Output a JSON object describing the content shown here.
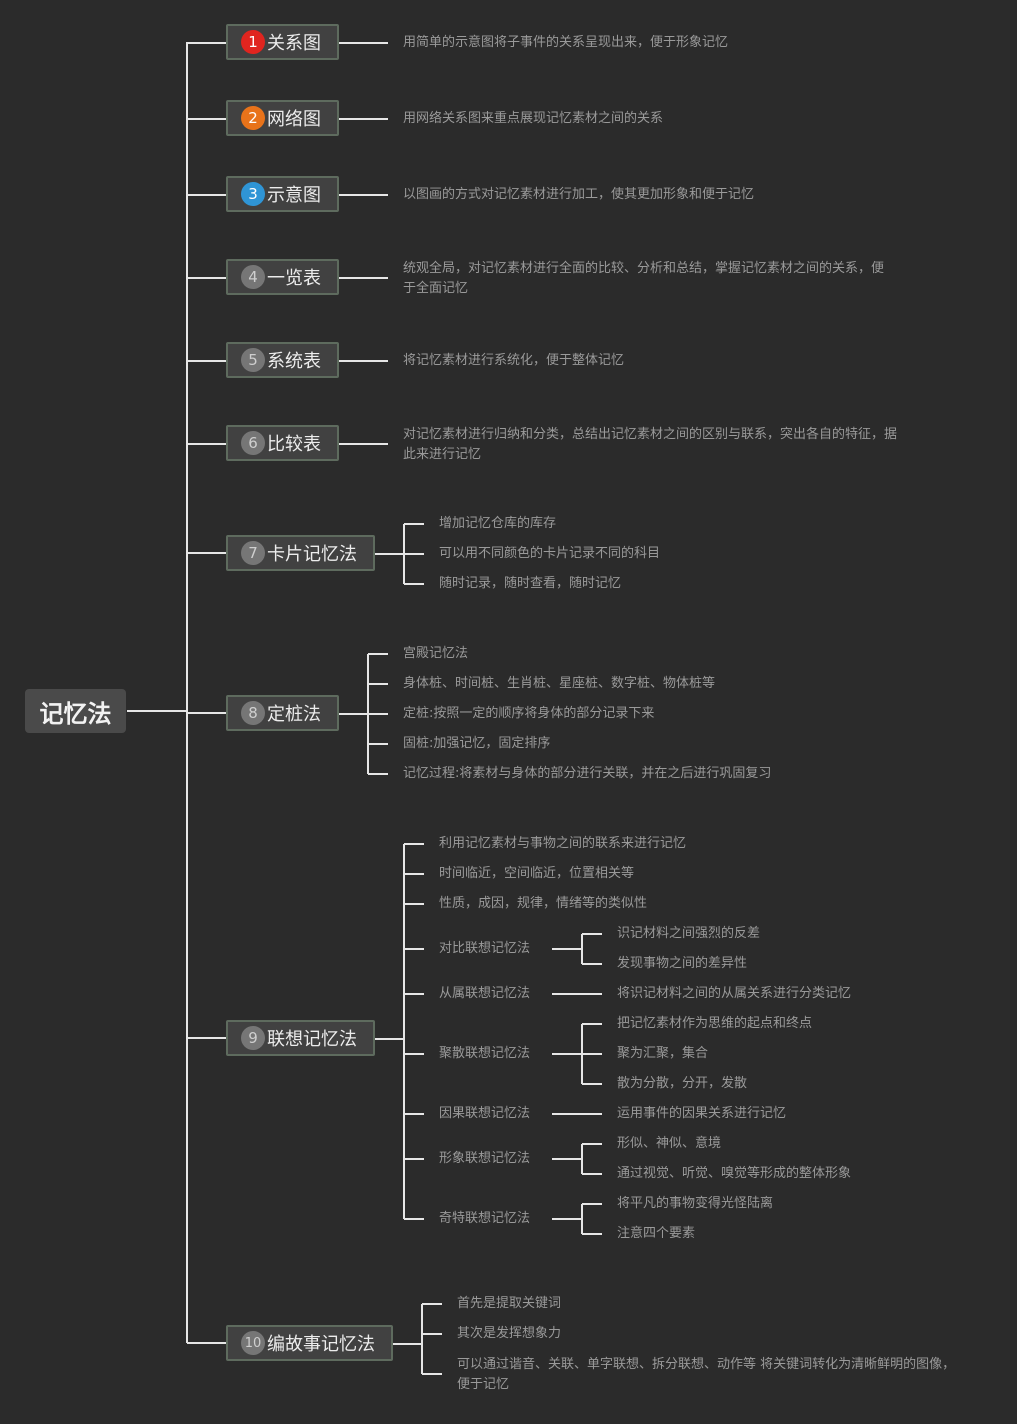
{
  "root": "记忆法",
  "colors": {
    "badge1": "#e0251f",
    "badge2": "#e8731a",
    "badge3": "#2f95d6",
    "badge_default": "#767676"
  },
  "branches": [
    {
      "num": "1",
      "label": "关系图",
      "items": [
        "用简单的示意图将子事件的关系呈现出来，便于形象记忆"
      ]
    },
    {
      "num": "2",
      "label": "网络图",
      "items": [
        "用网络关系图来重点展现记忆素材之间的关系"
      ]
    },
    {
      "num": "3",
      "label": "示意图",
      "items": [
        "以图画的方式对记忆素材进行加工，使其更加形象和便于记忆"
      ]
    },
    {
      "num": "4",
      "label": "一览表",
      "items": [
        "统观全局，对记忆素材进行全面的比较、分析和总结，掌握记忆素材之间的关系，便于全面记忆"
      ]
    },
    {
      "num": "5",
      "label": "系统表",
      "items": [
        "将记忆素材进行系统化，便于整体记忆"
      ]
    },
    {
      "num": "6",
      "label": "比较表",
      "items": [
        "对记忆素材进行归纳和分类，总结出记忆素材之间的区别与联系，突出各自的特征，据此来进行记忆"
      ]
    },
    {
      "num": "7",
      "label": "卡片记忆法",
      "items": [
        "增加记忆仓库的库存",
        "可以用不同颜色的卡片记录不同的科目",
        "随时记录，随时查看，随时记忆"
      ]
    },
    {
      "num": "8",
      "label": "定桩法",
      "items": [
        "宫殿记忆法",
        "身体桩、时间桩、生肖桩、星座桩、数字桩、物体桩等",
        "定桩:按照一定的顺序将身体的部分记录下来",
        "固桩:加强记忆，固定排序",
        "记忆过程:将素材与身体的部分进行关联，并在之后进行巩固复习"
      ]
    },
    {
      "num": "9",
      "label": "联想记忆法",
      "items": [
        "利用记忆素材与事物之间的联系来进行记忆",
        "时间临近，空间临近，位置相关等",
        "性质，成因，规律，情绪等的类似性"
      ],
      "subs": [
        {
          "label": "对比联想记忆法",
          "items": [
            "识记材料之间强烈的反差",
            "发现事物之间的差异性"
          ]
        },
        {
          "label": "从属联想记忆法",
          "items": [
            "将识记材料之间的从属关系进行分类记忆"
          ]
        },
        {
          "label": "聚散联想记忆法",
          "items": [
            "把记忆素材作为思维的起点和终点",
            "聚为汇聚，集合",
            "散为分散，分开，发散"
          ]
        },
        {
          "label": "因果联想记忆法",
          "items": [
            "运用事件的因果关系进行记忆"
          ]
        },
        {
          "label": "形象联想记忆法",
          "items": [
            "形似、神似、意境",
            "通过视觉、听觉、嗅觉等形成的整体形象"
          ]
        },
        {
          "label": "奇特联想记忆法",
          "items": [
            "将平凡的事物变得光怪陆离",
            "注意四个要素"
          ]
        }
      ]
    },
    {
      "num": "10",
      "label": "编故事记忆法",
      "items": [
        "首先是提取关键词",
        "其次是发挥想象力",
        "可以通过谐音、关联、单字联想、拆分联想、动作等 将关键词转化为清晰鲜明的图像，便于记忆"
      ]
    }
  ]
}
